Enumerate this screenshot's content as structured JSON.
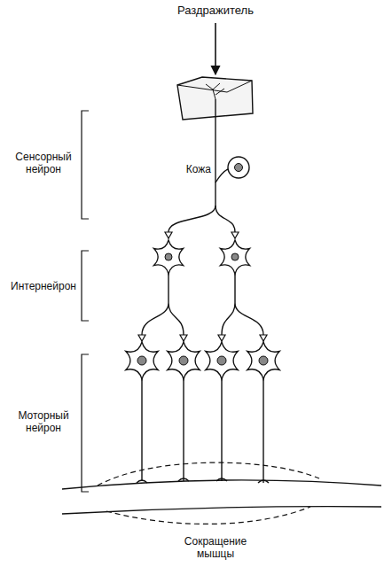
{
  "diagram": {
    "labels": [
      "Раздражитель",
      "Сенсорный нейрон",
      "Кожа",
      "Интернейрон",
      "Моторный нейрон",
      "Сокращение мышцы"
    ]
  }
}
